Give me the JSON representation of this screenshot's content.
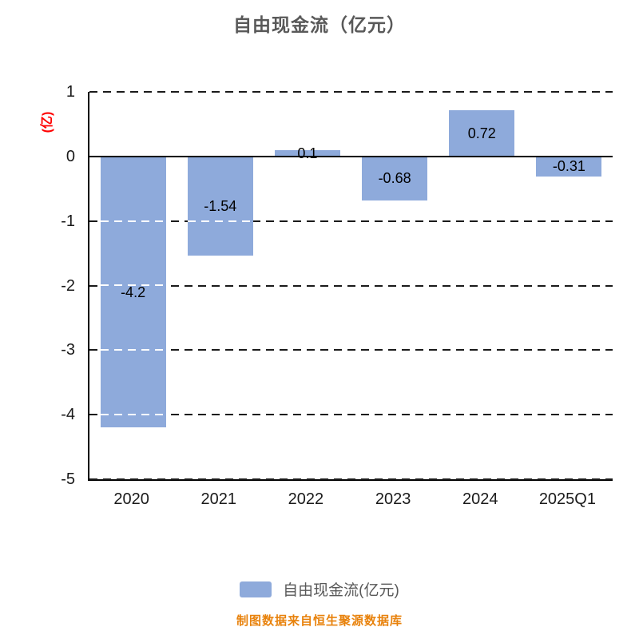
{
  "title": "自由现金流（亿元）",
  "y_axis_name": "(亿)",
  "legend": {
    "label": "自由现金流(亿元)"
  },
  "footer": "制图数据来自恒生聚源数据库",
  "colors": {
    "bar": "#8EAADB",
    "title": "#595959",
    "ylabel": "#FF0000",
    "footer": "#E8820C",
    "axis": "#000000"
  },
  "chart_data": {
    "type": "bar",
    "categories": [
      "2020",
      "2021",
      "2022",
      "2023",
      "2024",
      "2025Q1"
    ],
    "values": [
      -4.2,
      -1.54,
      0.1,
      -0.68,
      0.72,
      -0.31
    ],
    "title": "自由现金流（亿元）",
    "xlabel": "",
    "ylabel": "(亿)",
    "ylim": [
      -5,
      1
    ],
    "yticks": [
      1,
      0,
      -1,
      -2,
      -3,
      -4,
      -5
    ],
    "grid": "dashed-horizontal",
    "legend_position": "bottom",
    "bar_color": "#8EAADB",
    "value_labels_position": "center-of-bar"
  }
}
